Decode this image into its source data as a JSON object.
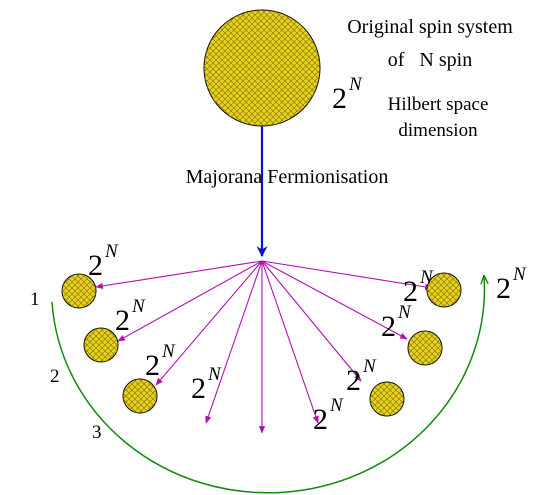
{
  "labels": {
    "caption_line1": "Original spin system",
    "caption_line2": "of   N spin",
    "hilbert_line1": "Hilbert space",
    "hilbert_line2": "dimension",
    "arrow_label": "Majorana Fermionisation",
    "dim_base": "2",
    "dim_exp": "N",
    "sector_1": "1",
    "sector_2": "2",
    "sector_3": "3"
  },
  "colors": {
    "ball_fill": "#e8d21a",
    "ball_hatch": "#8a7a10",
    "main_arrow": "#1010d0",
    "fan_arrows": "#b010b0",
    "arc": "#108a10"
  }
}
